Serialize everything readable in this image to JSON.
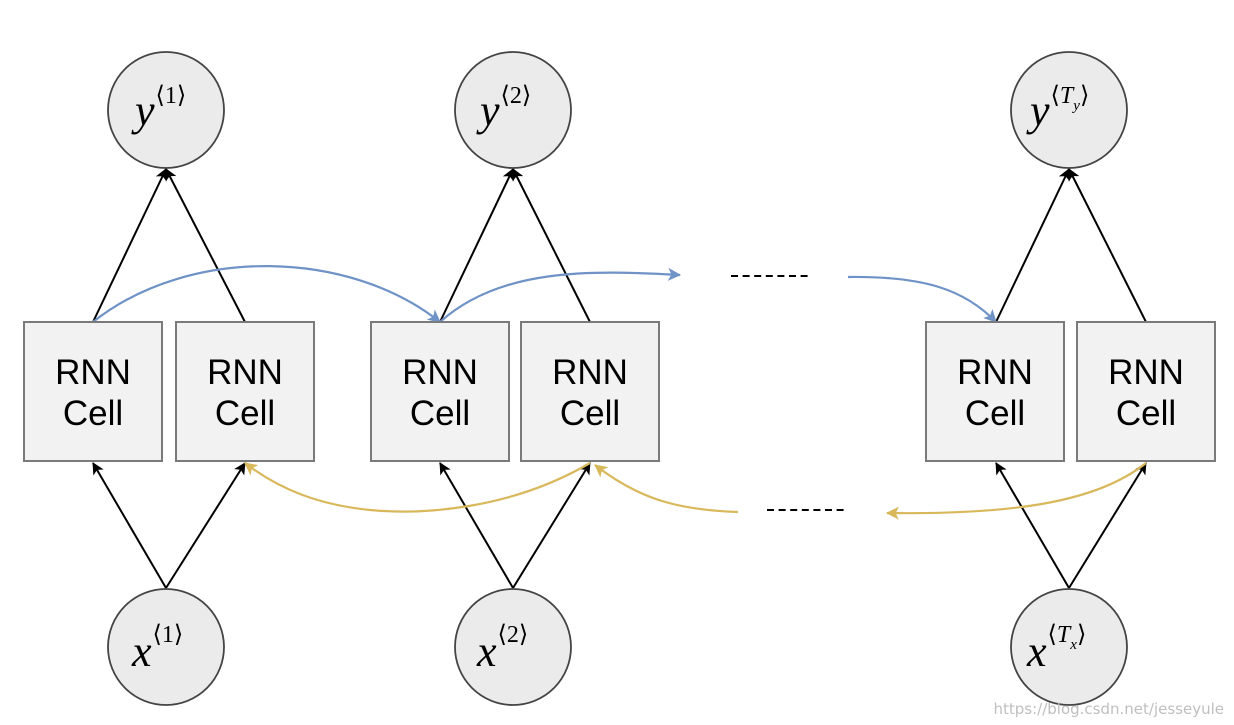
{
  "colors": {
    "forward_arrow": "#6f93c6",
    "backward_arrow": "#d9b85c",
    "cell_fill": "#f2f2f2",
    "node_fill": "#ebebeb"
  },
  "cells": [
    {
      "line1": "RNN",
      "line2": "Cell"
    },
    {
      "line1": "RNN",
      "line2": "Cell"
    },
    {
      "line1": "RNN",
      "line2": "Cell"
    },
    {
      "line1": "RNN",
      "line2": "Cell"
    },
    {
      "line1": "RNN",
      "line2": "Cell"
    },
    {
      "line1": "RNN",
      "line2": "Cell"
    }
  ],
  "outputs": [
    {
      "var": "y",
      "open": "⟨",
      "idx": "1",
      "idx_sub": "",
      "close": "⟩"
    },
    {
      "var": "y",
      "open": "⟨",
      "idx": "2",
      "idx_sub": "",
      "close": "⟩"
    },
    {
      "var": "y",
      "open": "⟨",
      "idx": "T",
      "idx_sub": "y",
      "close": "⟩"
    }
  ],
  "inputs": [
    {
      "var": "x",
      "open": "⟨",
      "idx": "1",
      "idx_sub": "",
      "close": "⟩"
    },
    {
      "var": "x",
      "open": "⟨",
      "idx": "2",
      "idx_sub": "",
      "close": "⟩"
    },
    {
      "var": "x",
      "open": "⟨",
      "idx": "T",
      "idx_sub": "x",
      "close": "⟩"
    }
  ],
  "watermark": "https://blog.csdn.net/jesseyule"
}
